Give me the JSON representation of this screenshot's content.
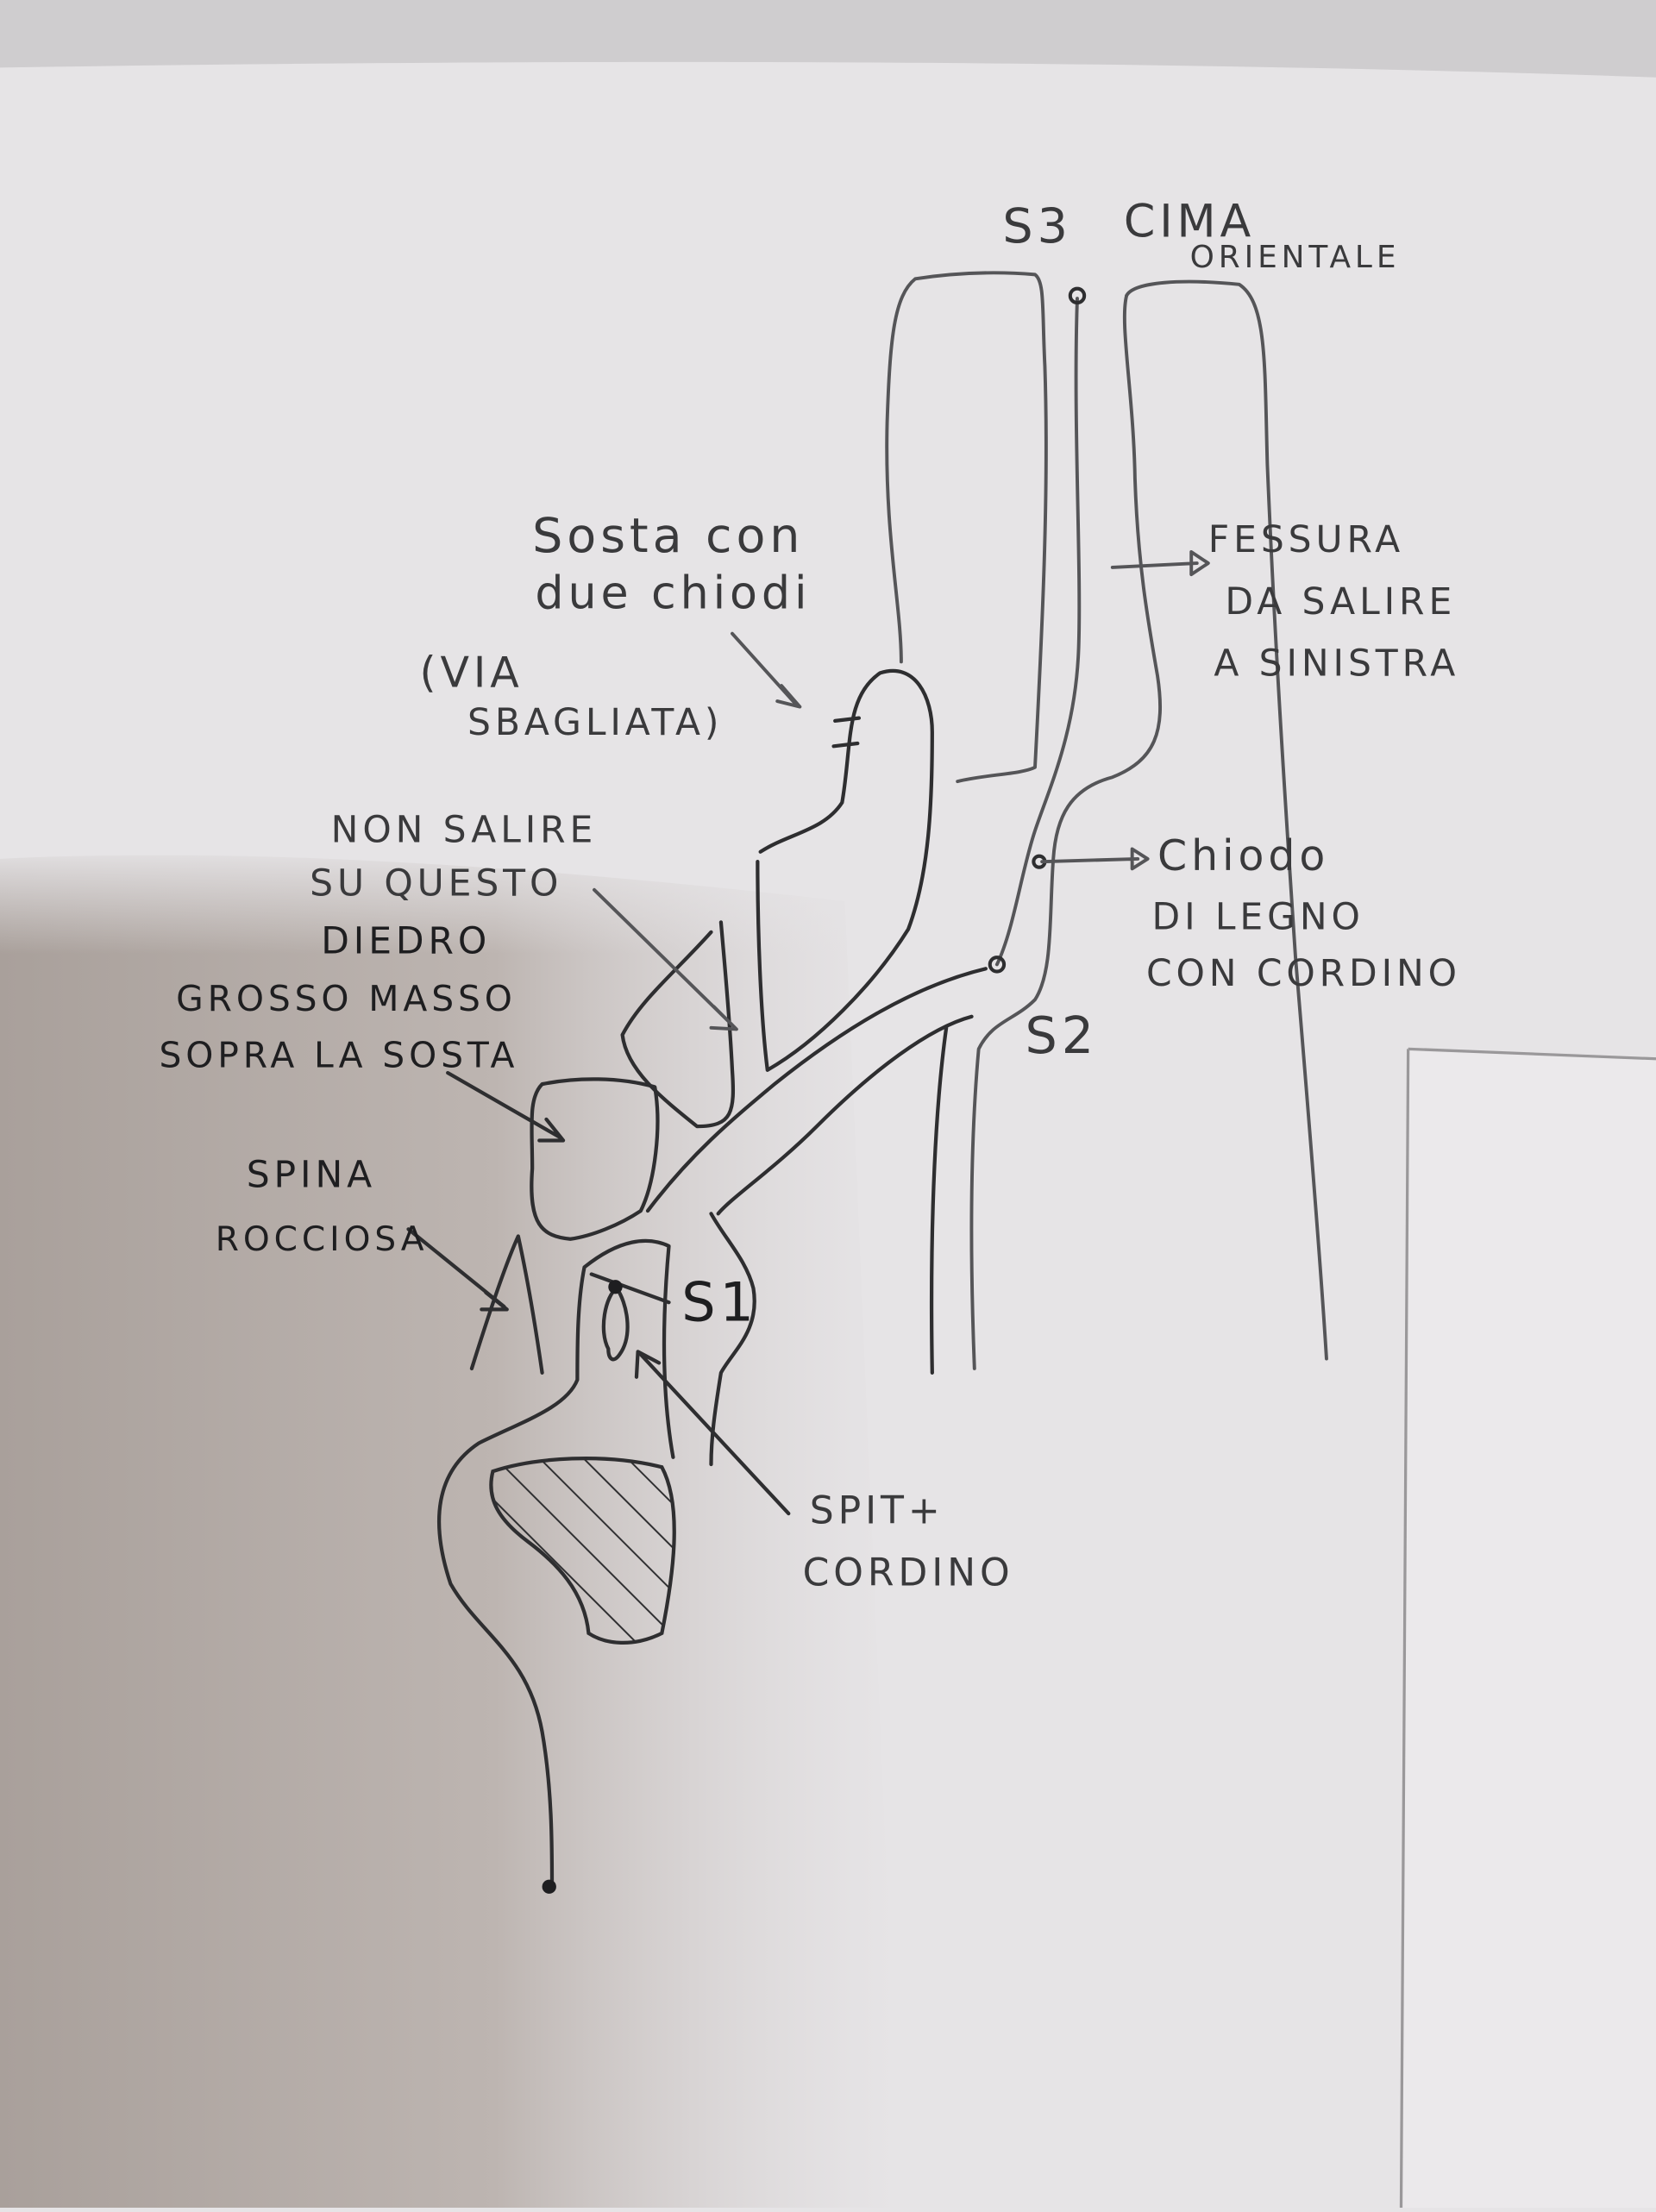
{
  "summit": {
    "belay": "S3",
    "line1": "CIMA",
    "line2": "ORIENTALE"
  },
  "crack_note": {
    "lines": [
      "FESSURA",
      "DA SALIRE",
      "A SINISTRA"
    ]
  },
  "wooden_piton_note": {
    "lines": [
      "Chiodo",
      "DI LEGNO",
      "CON CORDINO"
    ]
  },
  "belay_2": "S2",
  "belay_1": "S1",
  "wrong_belay_note": {
    "lines": [
      "Sosta con",
      "due chiodi"
    ],
    "aside": [
      "(VIA",
      "SBAGLIATA)"
    ]
  },
  "dihedral_note": {
    "lines": [
      "NON SALIRE",
      "SU QUESTO",
      "DIEDRO"
    ]
  },
  "boulder_note": {
    "lines": [
      "GROSSO MASSO",
      "SOPRA LA SOSTA"
    ]
  },
  "rock_spike_note": {
    "lines": [
      "SPINA",
      "ROCCIOSA"
    ]
  },
  "bolt_note": {
    "lines": [
      "SPIT+",
      "CORDINO"
    ]
  },
  "colors": {
    "paper": "#e6e4e6",
    "ink": "#2e2e30",
    "pencil": "#555558",
    "shadow": "#b4aba6"
  }
}
